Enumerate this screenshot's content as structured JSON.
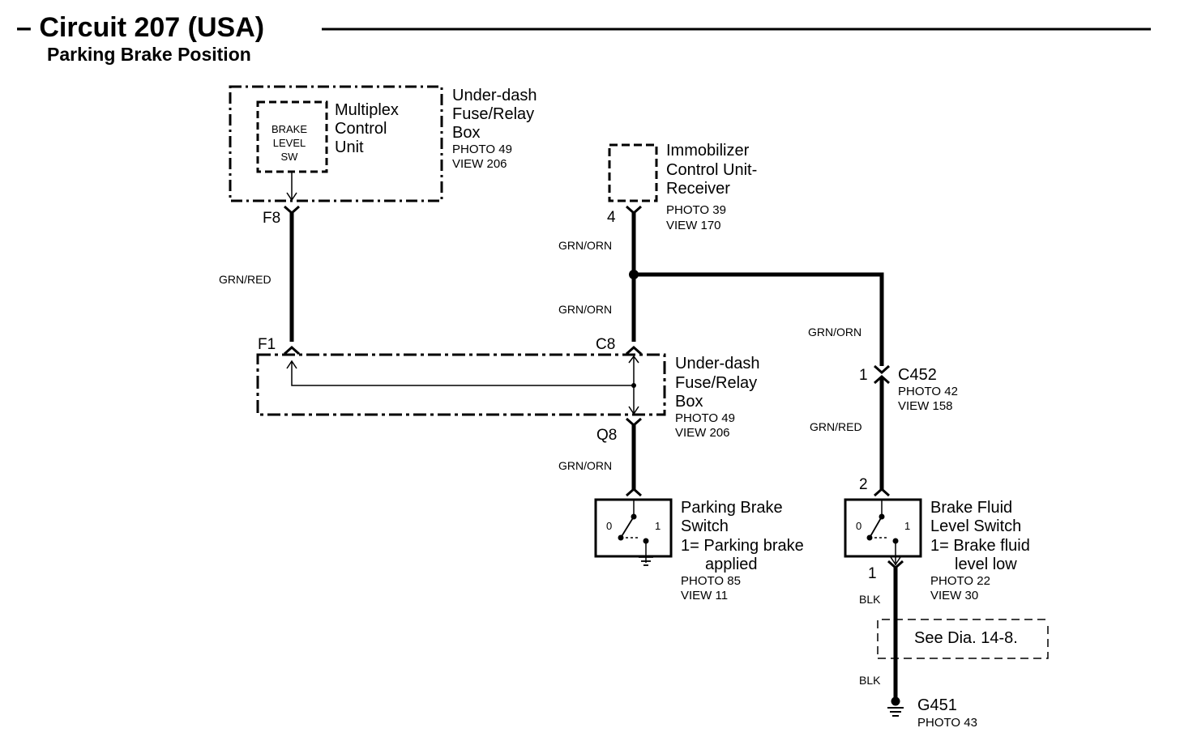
{
  "title": "– Circuit 207 (USA)",
  "subtitle": "Parking Brake Position",
  "multiplex_box": {
    "inner_label": [
      "BRAKE",
      "LEVEL",
      "SW"
    ],
    "name": [
      "Multiplex",
      "Control",
      "Unit"
    ],
    "box_name": [
      "Under-dash",
      "Fuse/Relay",
      "Box"
    ],
    "photo": "PHOTO 49",
    "view": "VIEW 206",
    "pin": "F8"
  },
  "immobilizer": {
    "name": [
      "Immobilizer",
      "Control Unit-",
      "Receiver"
    ],
    "photo": "PHOTO 39",
    "view": "VIEW 170",
    "pin": "4"
  },
  "wires": {
    "f8_f1": "GRN/RED",
    "imm_upper": "GRN/ORN",
    "imm_lower": "GRN/ORN",
    "branch_right": "GRN/ORN",
    "c452_lower": "GRN/RED",
    "q8_switch": "GRN/ORN",
    "blk_upper": "BLK",
    "blk_lower": "BLK"
  },
  "fuse_box": {
    "pins": {
      "f1": "F1",
      "c8": "C8",
      "q8": "Q8"
    },
    "name": [
      "Under-dash",
      "Fuse/Relay",
      "Box"
    ],
    "photo": "PHOTO 49",
    "view": "VIEW 206"
  },
  "connector_c452": {
    "pin": "1",
    "name": "C452",
    "photo": "PHOTO 42",
    "view": "VIEW 158"
  },
  "parking_brake_switch": {
    "pos0": "0",
    "pos1": "1",
    "name": [
      "Parking Brake",
      "Switch",
      "1= Parking brake",
      "applied"
    ],
    "photo": "PHOTO 85",
    "view": "VIEW 11"
  },
  "brake_fluid_switch": {
    "pin_top": "2",
    "pin_bottom": "1",
    "pos0": "0",
    "pos1": "1",
    "name": [
      "Brake Fluid",
      "Level Switch",
      "1= Brake fluid",
      "level low"
    ],
    "photo": "PHOTO 22",
    "view": "VIEW 30"
  },
  "see_dia": "See Dia. 14-8.",
  "ground": {
    "name": "G451",
    "photo": "PHOTO 43"
  }
}
